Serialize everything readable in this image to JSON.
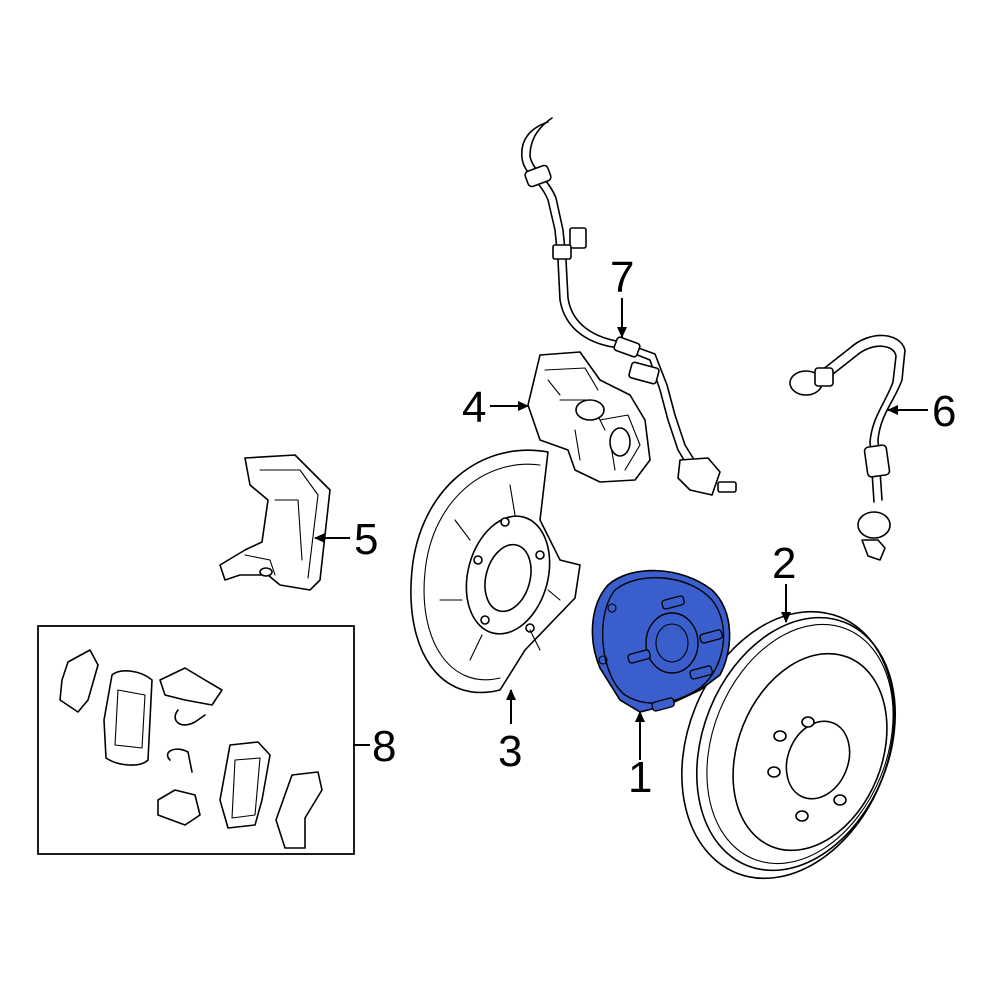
{
  "diagram": {
    "hub_color": "#3a5fcd",
    "callouts": {
      "c1": "1",
      "c2": "2",
      "c3": "3",
      "c4": "4",
      "c5": "5",
      "c6": "6",
      "c7": "7",
      "c8": "8"
    }
  }
}
